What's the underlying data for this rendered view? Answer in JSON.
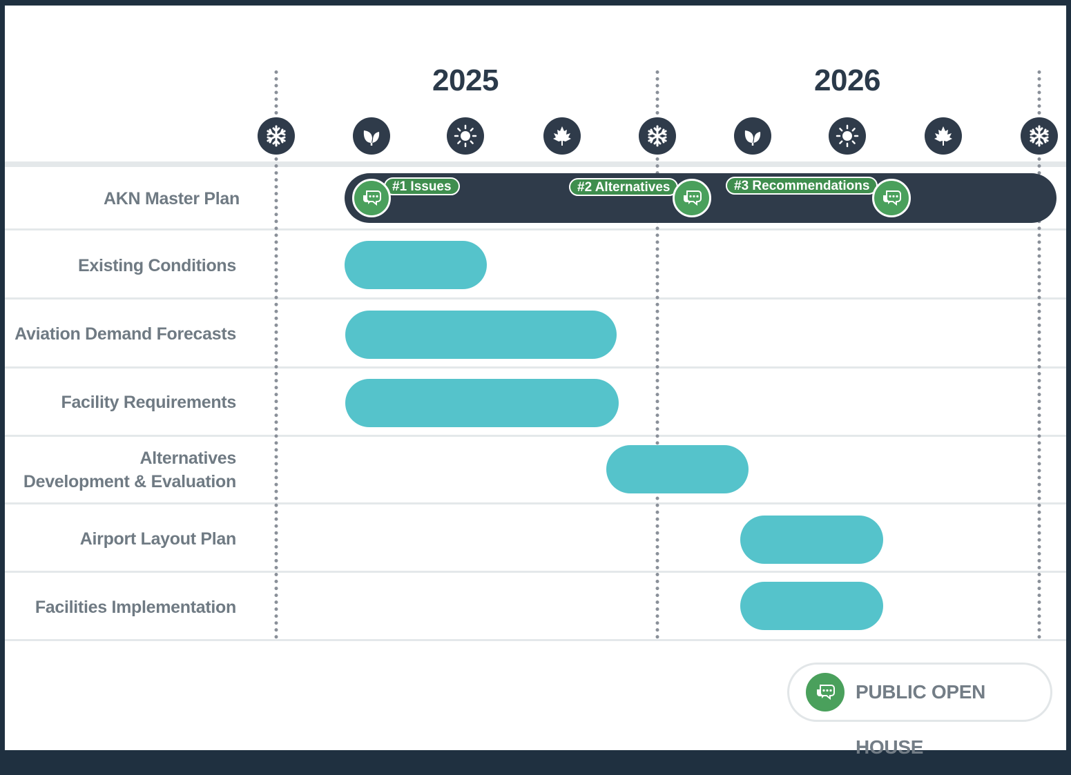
{
  "years": [
    "2025",
    "2026"
  ],
  "seasons": [
    "snowflake-icon",
    "leaf-icon",
    "sun-icon",
    "maple-leaf-icon",
    "snowflake-icon",
    "leaf-icon",
    "sun-icon",
    "maple-leaf-icon",
    "snowflake-icon"
  ],
  "rows": [
    {
      "label": "AKN Master Plan",
      "type": "master"
    },
    {
      "label": "Existing Conditions"
    },
    {
      "label": "Aviation Demand Forecasts"
    },
    {
      "label": "Facility Requirements"
    },
    {
      "label_line1": "Alternatives",
      "label_line2": "Development & Evaluation"
    },
    {
      "label": "Airport Layout Plan"
    },
    {
      "label": "Facilities Implementation"
    }
  ],
  "milestones": [
    {
      "label": "#1 Issues"
    },
    {
      "label": "#2 Alternatives"
    },
    {
      "label": "#3 Recommendations"
    }
  ],
  "legend": {
    "label": "PUBLIC OPEN HOUSE",
    "icon": "chat-bubble-icon"
  },
  "colors": {
    "background": "#1f3040",
    "dark": "#2f3b4a",
    "task_bar": "#55c3cb",
    "open_house": "#4aa05c"
  }
}
